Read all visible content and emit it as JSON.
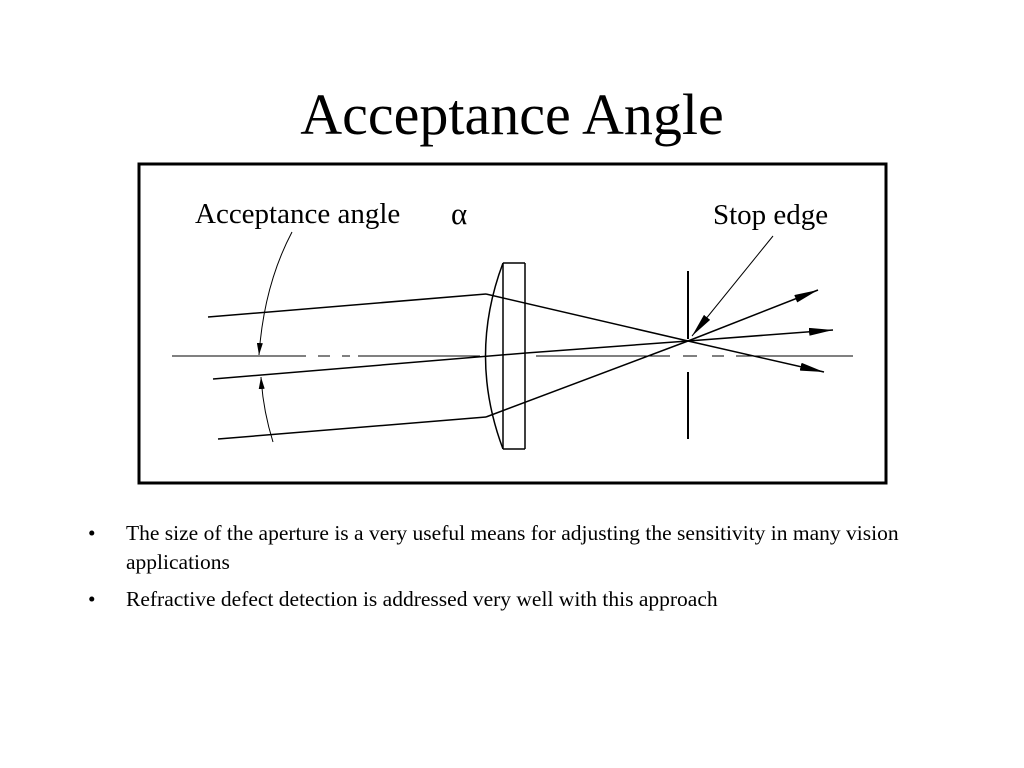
{
  "slide": {
    "title": "Acceptance Angle"
  },
  "diagram": {
    "labels": {
      "acceptance_angle": "Acceptance angle",
      "alpha_symbol": "α",
      "stop_edge": "Stop edge"
    }
  },
  "bullets": {
    "marker": "•",
    "items": [
      "The size of the aperture is a very useful means for adjusting the sensitivity in many vision applications",
      "Refractive defect detection is addressed very well with this approach"
    ]
  }
}
